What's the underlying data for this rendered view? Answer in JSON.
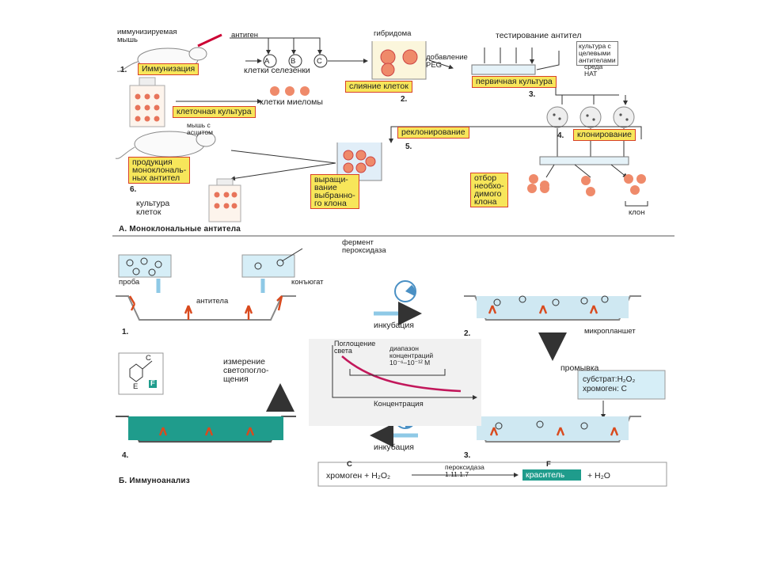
{
  "section_a": {
    "title": "А. Моноклональные антитела",
    "immunized_mouse": "иммунизируемая\nмышь",
    "antigen": "антиген",
    "spleen_cells": "клетки селезенки",
    "immunization": "Иммунизация",
    "cell_culture": "клеточная культура",
    "myeloma_cells": "клетки миеломы",
    "hybridoma": "гибридома",
    "peg": "добавление\nPEG",
    "cell_fusion": "слияние клеток",
    "antibody_testing": "тестирование антител",
    "target_culture": "культура с\nцелевыми\nантителами",
    "hat_medium": "среда\nНАТ",
    "primary_culture": "первичная культура",
    "cloning": "клонирование",
    "recloning": "реклонирование",
    "ascites_mouse": "мышь с\nасцитом",
    "mab_production": "продукция\nмоноклональ-\nных антител",
    "cell_culture2": "культура\nклеток",
    "grow_clone": "выращи-\nвание\nвыбранно-\nго клона",
    "selection": "отбор\nнеобхо-\nдимого\nклона",
    "clone": "клон",
    "numbers": [
      "1.",
      "2.",
      "3.",
      "4.",
      "5.",
      "6."
    ],
    "cell_letters": [
      "A",
      "B",
      "C"
    ]
  },
  "section_b": {
    "title": "Б. Иммуноанализ",
    "enzyme": "фермент\nпероксидаза",
    "sample": "проба",
    "conjugate": "конъюгат",
    "antibodies": "антитела",
    "incubation1": "инкубация",
    "microplate": "микропланшет",
    "measurement": "измерение\nсветопогло-\nщения",
    "washing": "промывка",
    "substrate": "субстрат:H₂O₂\nхромоген: С",
    "incubation2": "инкубация",
    "numbers": [
      "1.",
      "2.",
      "3.",
      "4."
    ],
    "graph": {
      "ylabel": "Поглощение\nсвета",
      "xlabel": "Концентрация",
      "range": "диапазон\nконцентраций\n10⁻⁶–10⁻¹² М"
    },
    "reaction": {
      "c_label": "С",
      "f_label": "F",
      "left": "хромоген + H₂O₂",
      "enzyme": "пероксидаза\n1.11.1.7",
      "dye": "краситель",
      "right": "+ H₂O"
    },
    "legend_c": "C",
    "legend_e": "E",
    "legend_f": "F"
  },
  "colors": {
    "label_fill": "#f7e65a",
    "label_border": "#d8412a",
    "cell_red": "#e8745a",
    "liquid_blue": "#cfe8f2",
    "dye_teal": "#1f9c8c",
    "antibody": "#d94a1e",
    "arrow_blue": "#8ec9e6"
  }
}
